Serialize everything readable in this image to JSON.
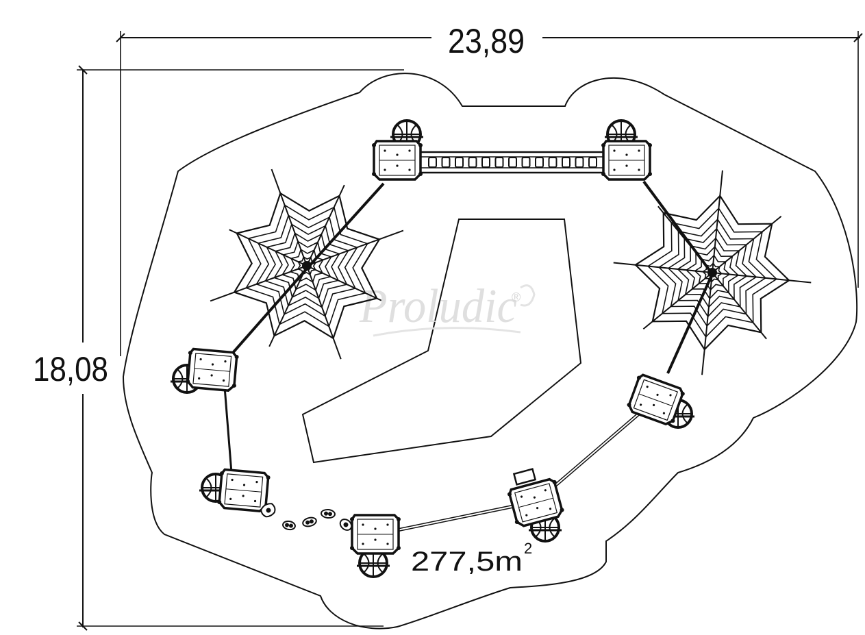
{
  "dimensions": {
    "width_label": "23,89",
    "height_label": "18,08"
  },
  "area": {
    "value": "277,5m",
    "superscript": "2"
  },
  "watermark": {
    "brand": "Proludic",
    "mark": "®"
  },
  "colors": {
    "ink": "#111111",
    "background": "#ffffff",
    "watermark": "#d9d9d9"
  }
}
